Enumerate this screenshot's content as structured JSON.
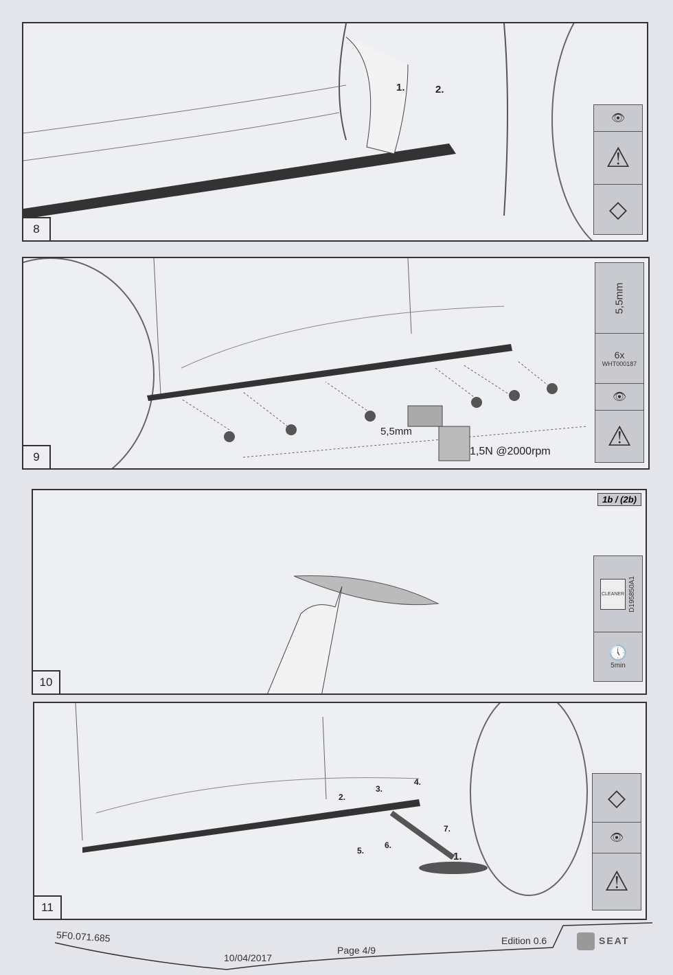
{
  "steps": [
    {
      "number": "8",
      "callouts": [
        "1.",
        "2."
      ]
    },
    {
      "number": "9",
      "drill_size": "5,5mm",
      "torque": "1,5N @2000rpm",
      "side_drill": "5,5mm",
      "qty": "6x",
      "part": "WHT000187"
    },
    {
      "number": "10",
      "variant_a": "1b",
      "variant_b": "(2b)",
      "cleaner": "CLEANER",
      "cleaner_code": "D195850A1",
      "time": "5min"
    },
    {
      "number": "11",
      "callouts": [
        "1.",
        "2.",
        "3.",
        "4.",
        "5.",
        "6.",
        "7."
      ]
    }
  ],
  "footer": {
    "doc_number": "5F0.071.685",
    "date": "10/04/2017",
    "page": "Page 4/9",
    "edition": "Edition 0.6",
    "brand": "SEAT"
  }
}
